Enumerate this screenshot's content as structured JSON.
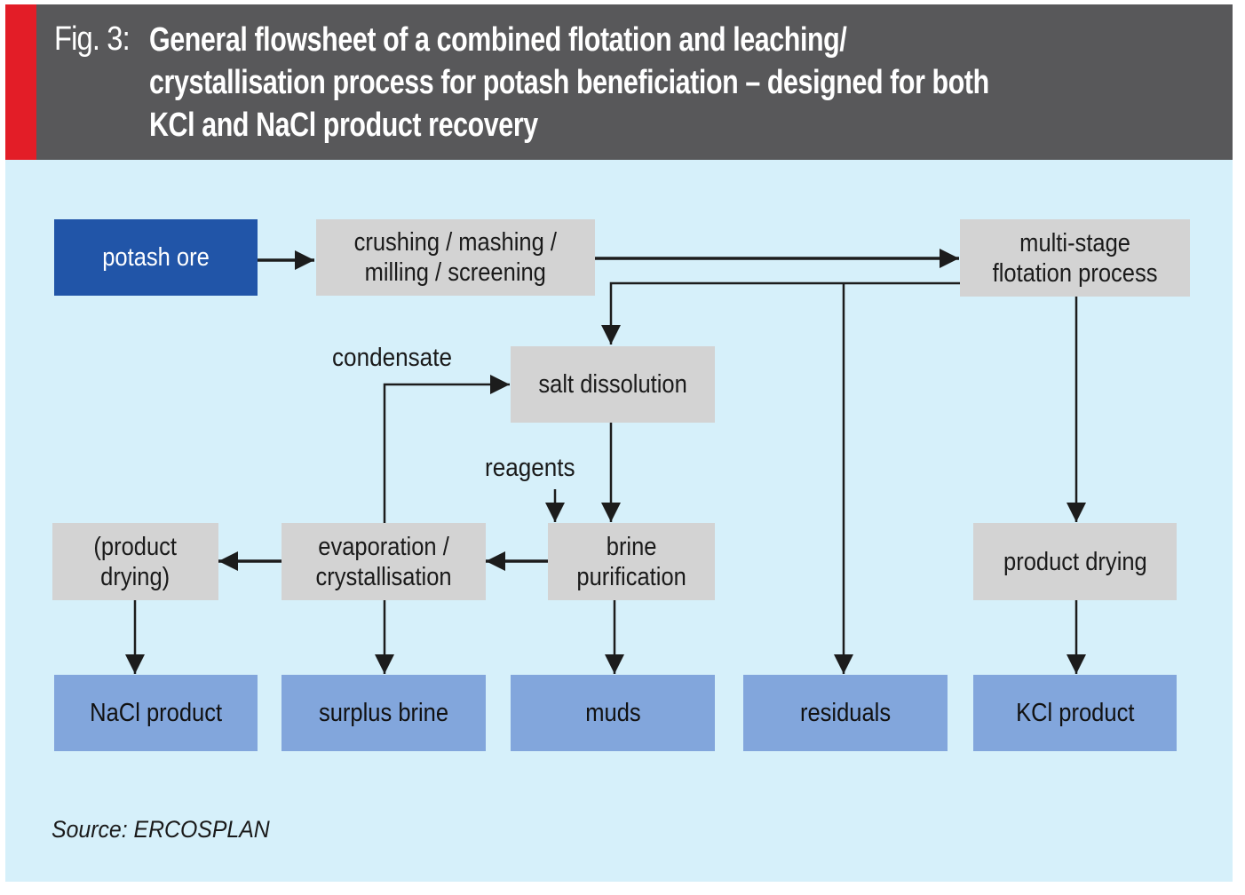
{
  "header": {
    "figure_label": "Fig. 3:",
    "title_lines": [
      "General flowsheet of a combined flotation and leaching/",
      "crystallisation process for potash beneficiation – designed for both",
      "KCl and NaCl product recovery"
    ]
  },
  "colors": {
    "header_bg": "#58585a",
    "accent_red": "#e31d27",
    "canvas_bg": "#d6f0fa",
    "process_box": "#d3d3d3",
    "input_box": "#2155a8",
    "output_box": "#82a6dc",
    "arrow": "#1c1c1c"
  },
  "nodes": {
    "potash_ore": "potash ore",
    "crushing": [
      "crushing / mashing /",
      "milling / screening"
    ],
    "flotation": [
      "multi-stage",
      "flotation process"
    ],
    "salt_dissolution": "salt dissolution",
    "brine_purification": [
      "brine",
      "purification"
    ],
    "evaporation": [
      "evaporation /",
      "crystallisation"
    ],
    "nacl_drying": [
      "(product",
      "drying)"
    ],
    "kcl_drying": "product drying",
    "nacl_product": "NaCl product",
    "surplus_brine": "surplus brine",
    "muds": "muds",
    "residuals": "residuals",
    "kcl_product": "KCl product"
  },
  "edge_labels": {
    "condensate": "condensate",
    "reagents": "reagents"
  },
  "edges": [
    {
      "from": "potash_ore",
      "to": "crushing"
    },
    {
      "from": "crushing",
      "to": "flotation"
    },
    {
      "from": "flotation",
      "to": "salt_dissolution"
    },
    {
      "from": "flotation",
      "to": "residuals"
    },
    {
      "from": "flotation",
      "to": "kcl_drying"
    },
    {
      "from": "kcl_drying",
      "to": "kcl_product"
    },
    {
      "from": "salt_dissolution",
      "to": "brine_purification"
    },
    {
      "from": "reagents",
      "to": "brine_purification"
    },
    {
      "from": "brine_purification",
      "to": "evaporation"
    },
    {
      "from": "brine_purification",
      "to": "muds"
    },
    {
      "from": "evaporation",
      "to": "salt_dissolution",
      "label": "condensate"
    },
    {
      "from": "evaporation",
      "to": "nacl_drying"
    },
    {
      "from": "evaporation",
      "to": "surplus_brine"
    },
    {
      "from": "nacl_drying",
      "to": "nacl_product"
    }
  ],
  "source": "Source: ERCOSPLAN"
}
